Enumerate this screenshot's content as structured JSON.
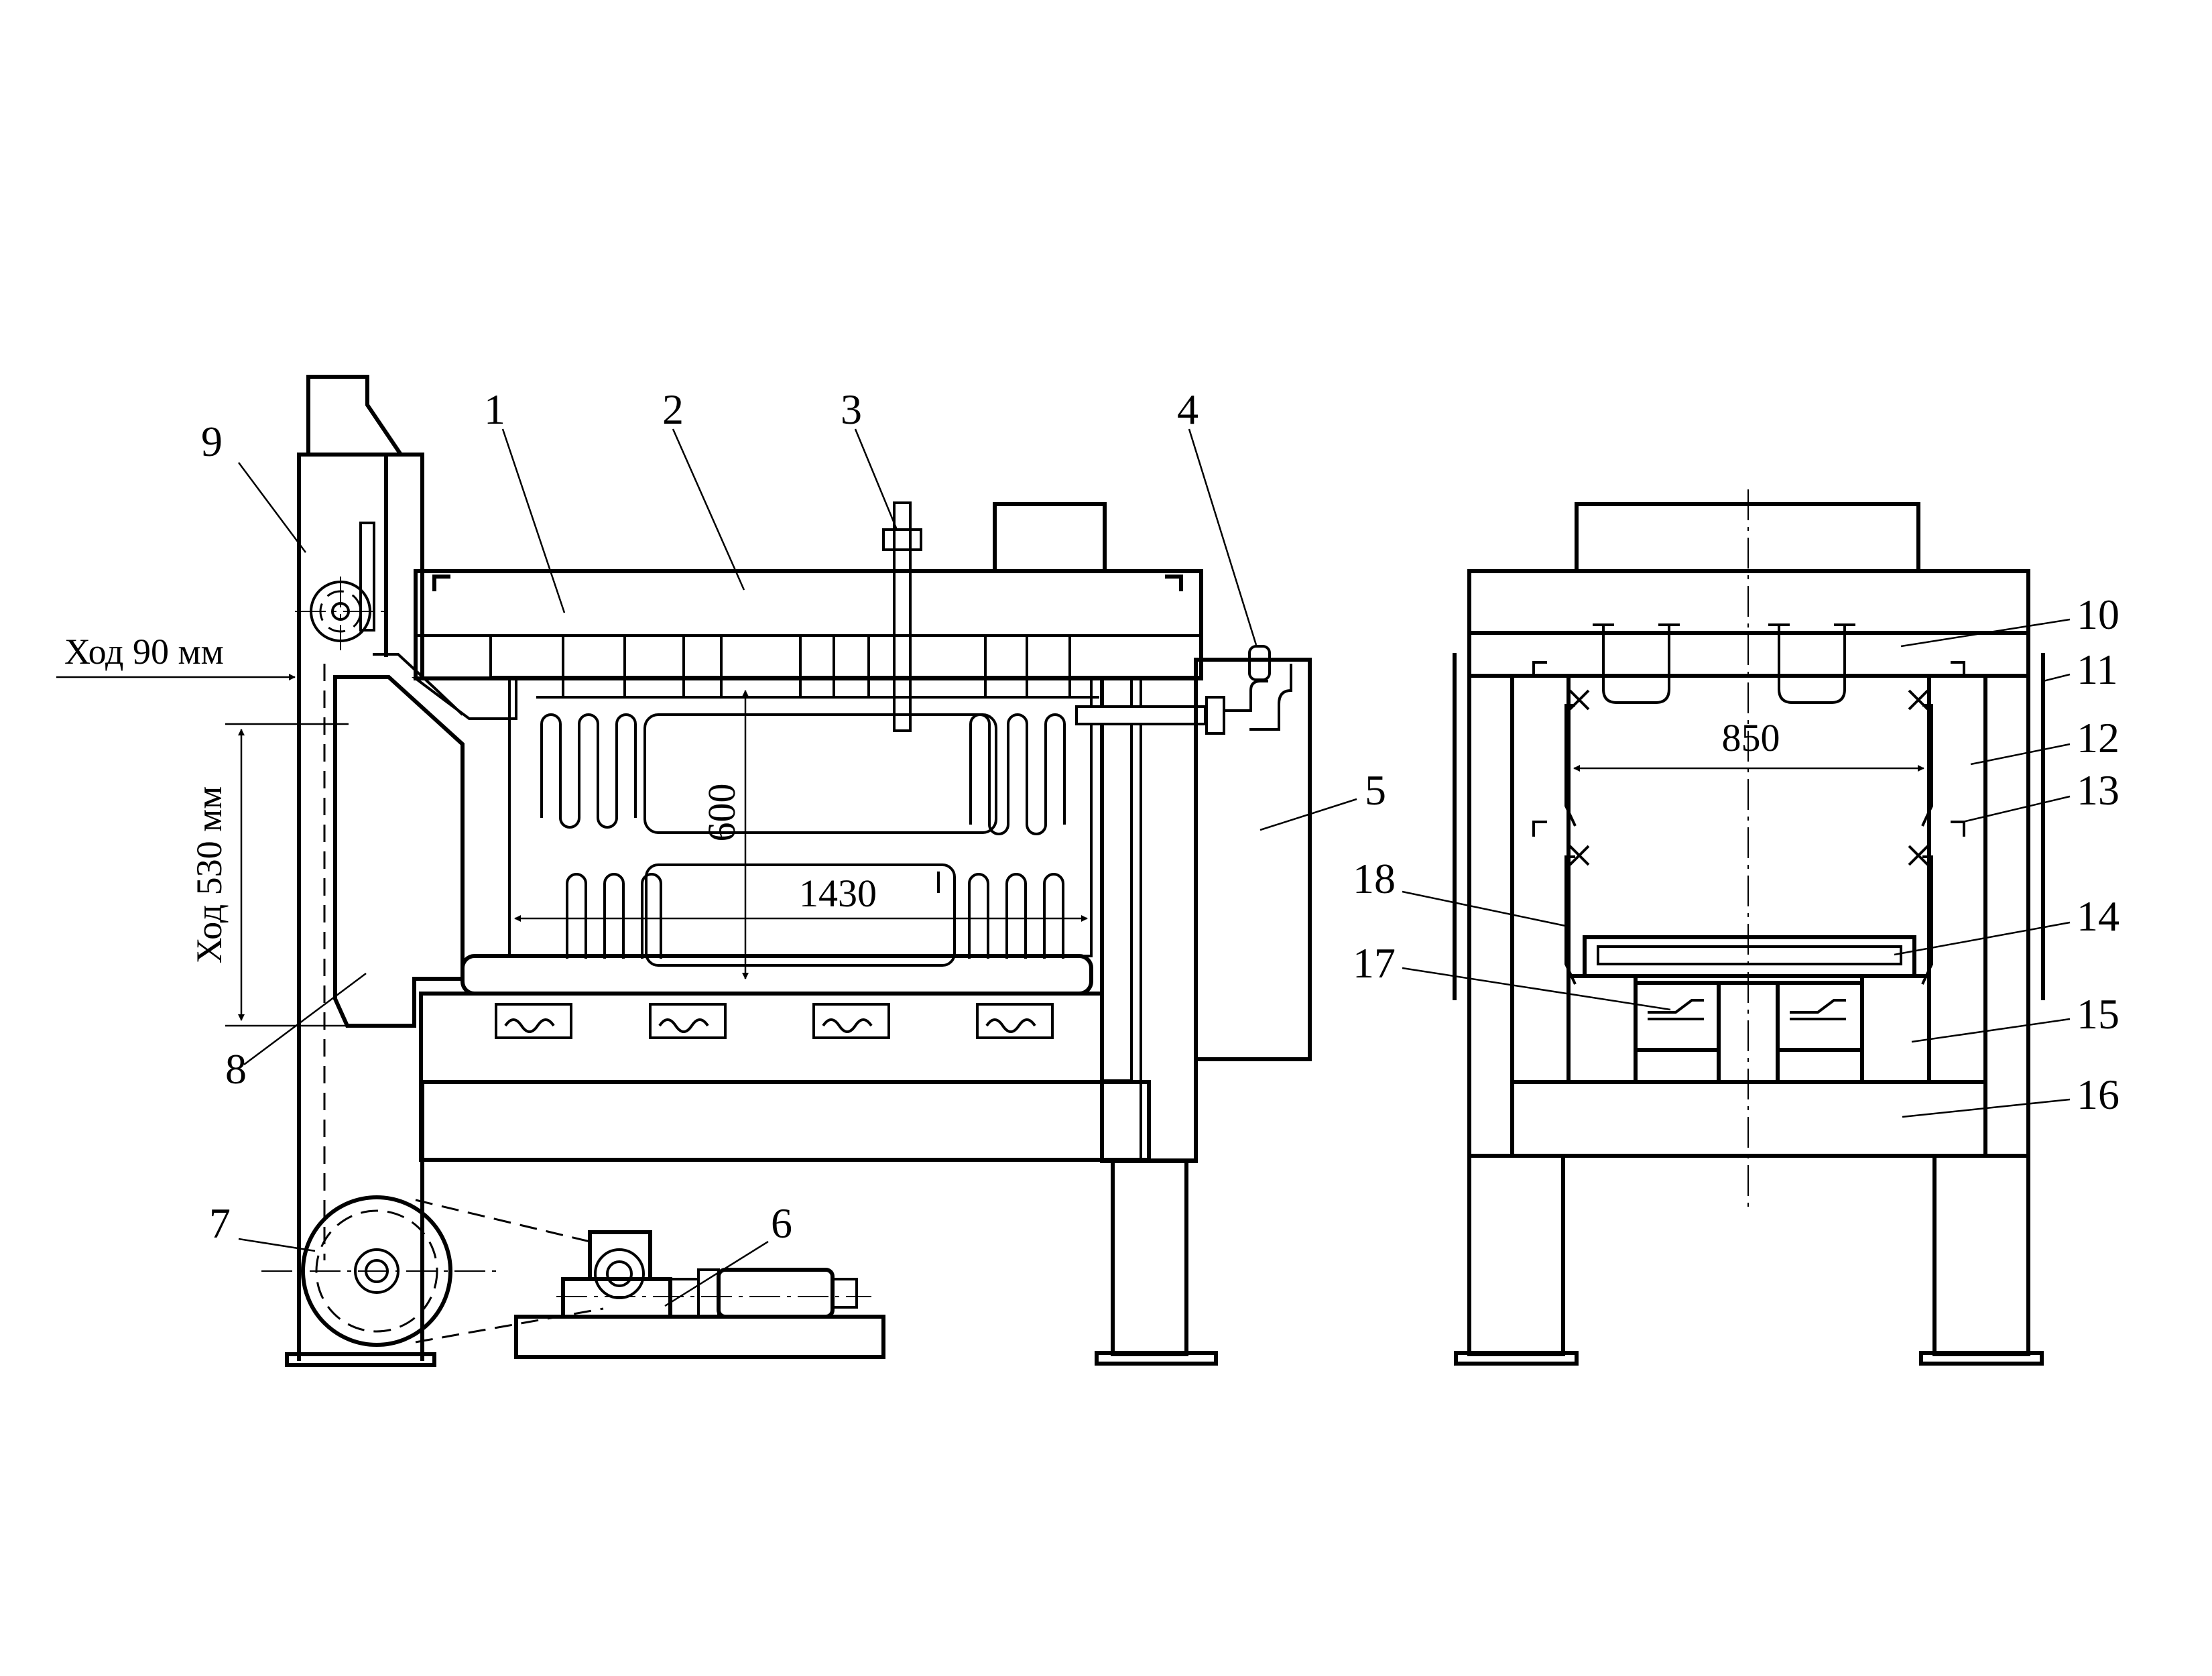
{
  "travel_horizontal": "Ход 90 мм",
  "travel_vertical": "Ход 530 мм",
  "dimensions": {
    "chamber_height": "600",
    "chamber_length": "1430",
    "chamber_width": "850"
  },
  "callouts": [
    "1",
    "2",
    "3",
    "4",
    "5",
    "6",
    "7",
    "8",
    "9",
    "10",
    "11",
    "12",
    "13",
    "14",
    "15",
    "16",
    "17",
    "18"
  ]
}
